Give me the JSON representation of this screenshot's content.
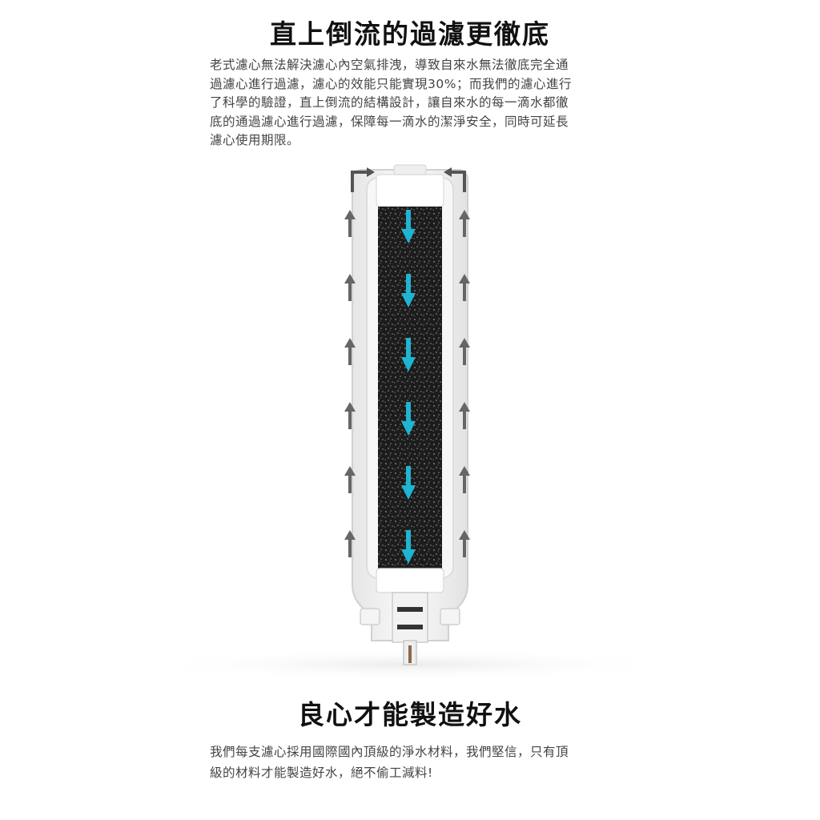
{
  "section1": {
    "title": "直上倒流的過濾更徹底",
    "lines": [
      "老式濾心無法解決濾心內空氣排洩，導致自來水無法徹底完全通",
      "過濾心進行過濾，濾心的效能只能實現30%；而我們的濾心進行",
      "了科學的驗證，直上倒流的結構設計，讓自來水的每一滴水都徹",
      "底的通過濾心進行過濾，保障每一滴水的潔淨安全，同時可延長",
      "濾心使用期限。"
    ]
  },
  "illustration": {
    "subject": "filter-cartridge-cutaway",
    "colors": {
      "down_arrow": "#1fb4d2",
      "up_arrow": "#666666",
      "carbon": "#1c1c1c",
      "housing": "#f4f4f4",
      "outline": "#d0d0d0"
    }
  },
  "section2": {
    "title": "良心才能製造好水",
    "lines": [
      "我們每支濾心採用國際國內頂級的淨水材料，我們堅信，只有頂",
      "級的材料才能製造好水，絕不偷工減料!"
    ]
  }
}
